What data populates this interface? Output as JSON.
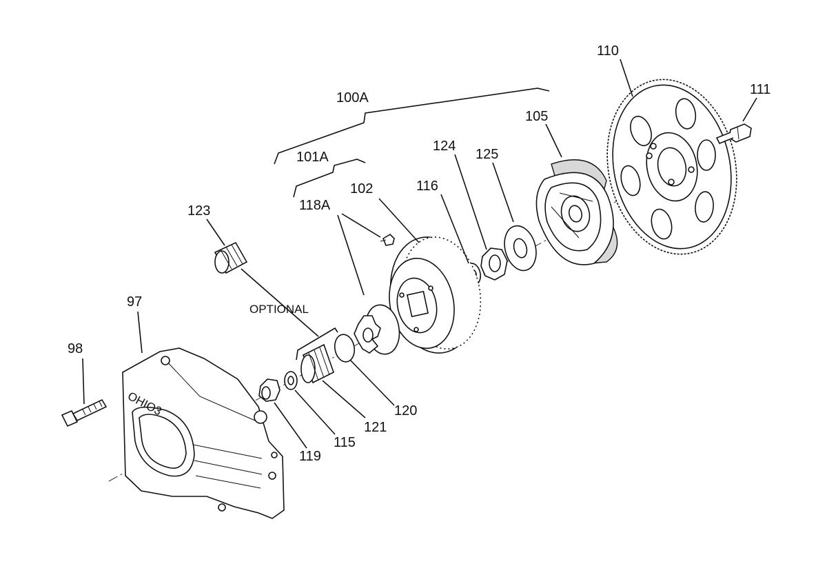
{
  "labels": {
    "l100A": "100A",
    "l101A": "101A",
    "l102": "102",
    "l105": "105",
    "l110": "110",
    "l111": "111",
    "l116": "116",
    "l118A": "118A",
    "l123": "123",
    "l124": "124",
    "l125": "125",
    "l97": "97",
    "l98": "98",
    "l119": "119",
    "l115": "115",
    "l121": "121",
    "l120": "120",
    "optional": "OPTIONAL"
  },
  "housing_marking": "OHIO3"
}
